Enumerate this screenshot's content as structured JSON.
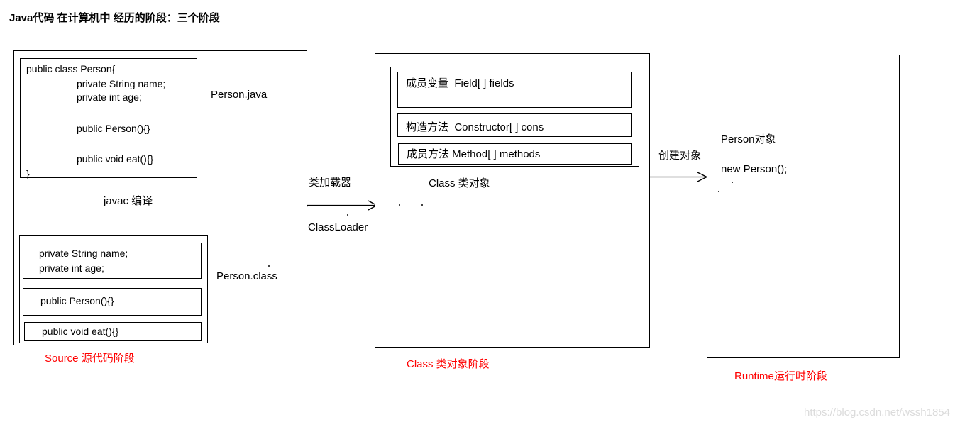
{
  "title": "Java代码 在计算机中 经历的阶段：三个阶段",
  "source_stage": {
    "file_label": "Person.java",
    "code_lines": {
      "l1": "public class Person{",
      "l2": "private String name;",
      "l3": "private int age;",
      "l4": "public Person(){}",
      "l5": "public void eat(){}",
      "l6": "}"
    },
    "compile_label": "javac 编译",
    "class_file_label": "Person.class",
    "bytecode": {
      "field_line1": "private String name;",
      "field_line2": "private int age;",
      "constructor_line": "public Person(){}",
      "method_line": "public void eat(){}"
    },
    "stage_label": "Source 源代码阶段"
  },
  "class_loader": {
    "label_cn": "类加载器",
    "label_en": "ClassLoader"
  },
  "class_stage": {
    "members_row": "成员变量  Field[ ] fields",
    "constructors_row": "构造方法  Constructor[ ] cons",
    "methods_row": "成员方法 Method[ ] methods",
    "object_label": "Class 类对象",
    "stage_label": "Class 类对象阶段"
  },
  "runtime_stage": {
    "create_label": "创建对象",
    "object_label": "Person对象",
    "code_line": "new Person();",
    "stage_label": "Runtime运行时阶段"
  },
  "watermark": "https://blog.csdn.net/wssh1854",
  "colors": {
    "stage_label_red": "#FF0000",
    "line_black": "#000000",
    "watermark_gray": "#DBDBDB"
  }
}
